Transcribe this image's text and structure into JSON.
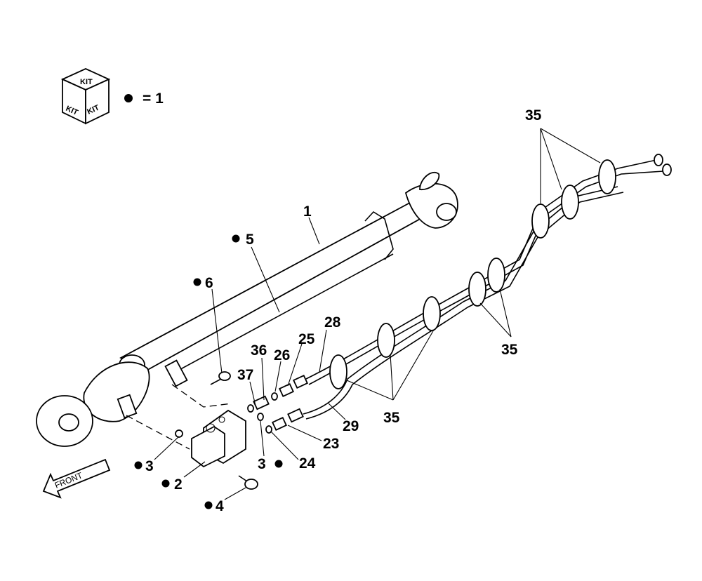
{
  "legend": {
    "kit_texts": [
      "KIT",
      "KIT",
      "KIT"
    ],
    "equals_text": "= 1"
  },
  "front_text": "FRONT",
  "callouts": {
    "c1": "1",
    "c2": "2",
    "c3a": "3",
    "c3b": "3",
    "c4": "4",
    "c5": "5",
    "c6": "6",
    "c23": "23",
    "c24": "24",
    "c25": "25",
    "c26": "26",
    "c28": "28",
    "c29": "29",
    "c35a": "35",
    "c35b": "35",
    "c35c": "35",
    "c36": "36",
    "c37": "37"
  },
  "kit_marked": [
    "2",
    "3",
    "4",
    "5",
    "6"
  ]
}
